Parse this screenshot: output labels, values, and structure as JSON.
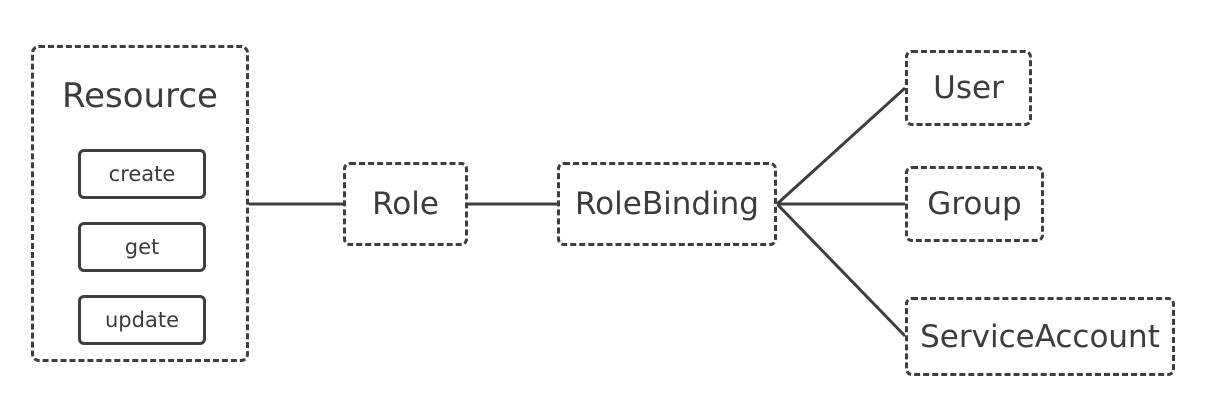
{
  "resource": {
    "title": "Resource",
    "actions": [
      "create",
      "get",
      "update"
    ]
  },
  "role": {
    "label": "Role"
  },
  "role_binding": {
    "label": "RoleBinding"
  },
  "subjects": {
    "user": "User",
    "group": "Group",
    "service_account": "ServiceAccount"
  },
  "colors": {
    "stroke": "#3e3e3e",
    "text": "#3c3c3c",
    "background": "#ffffff"
  }
}
